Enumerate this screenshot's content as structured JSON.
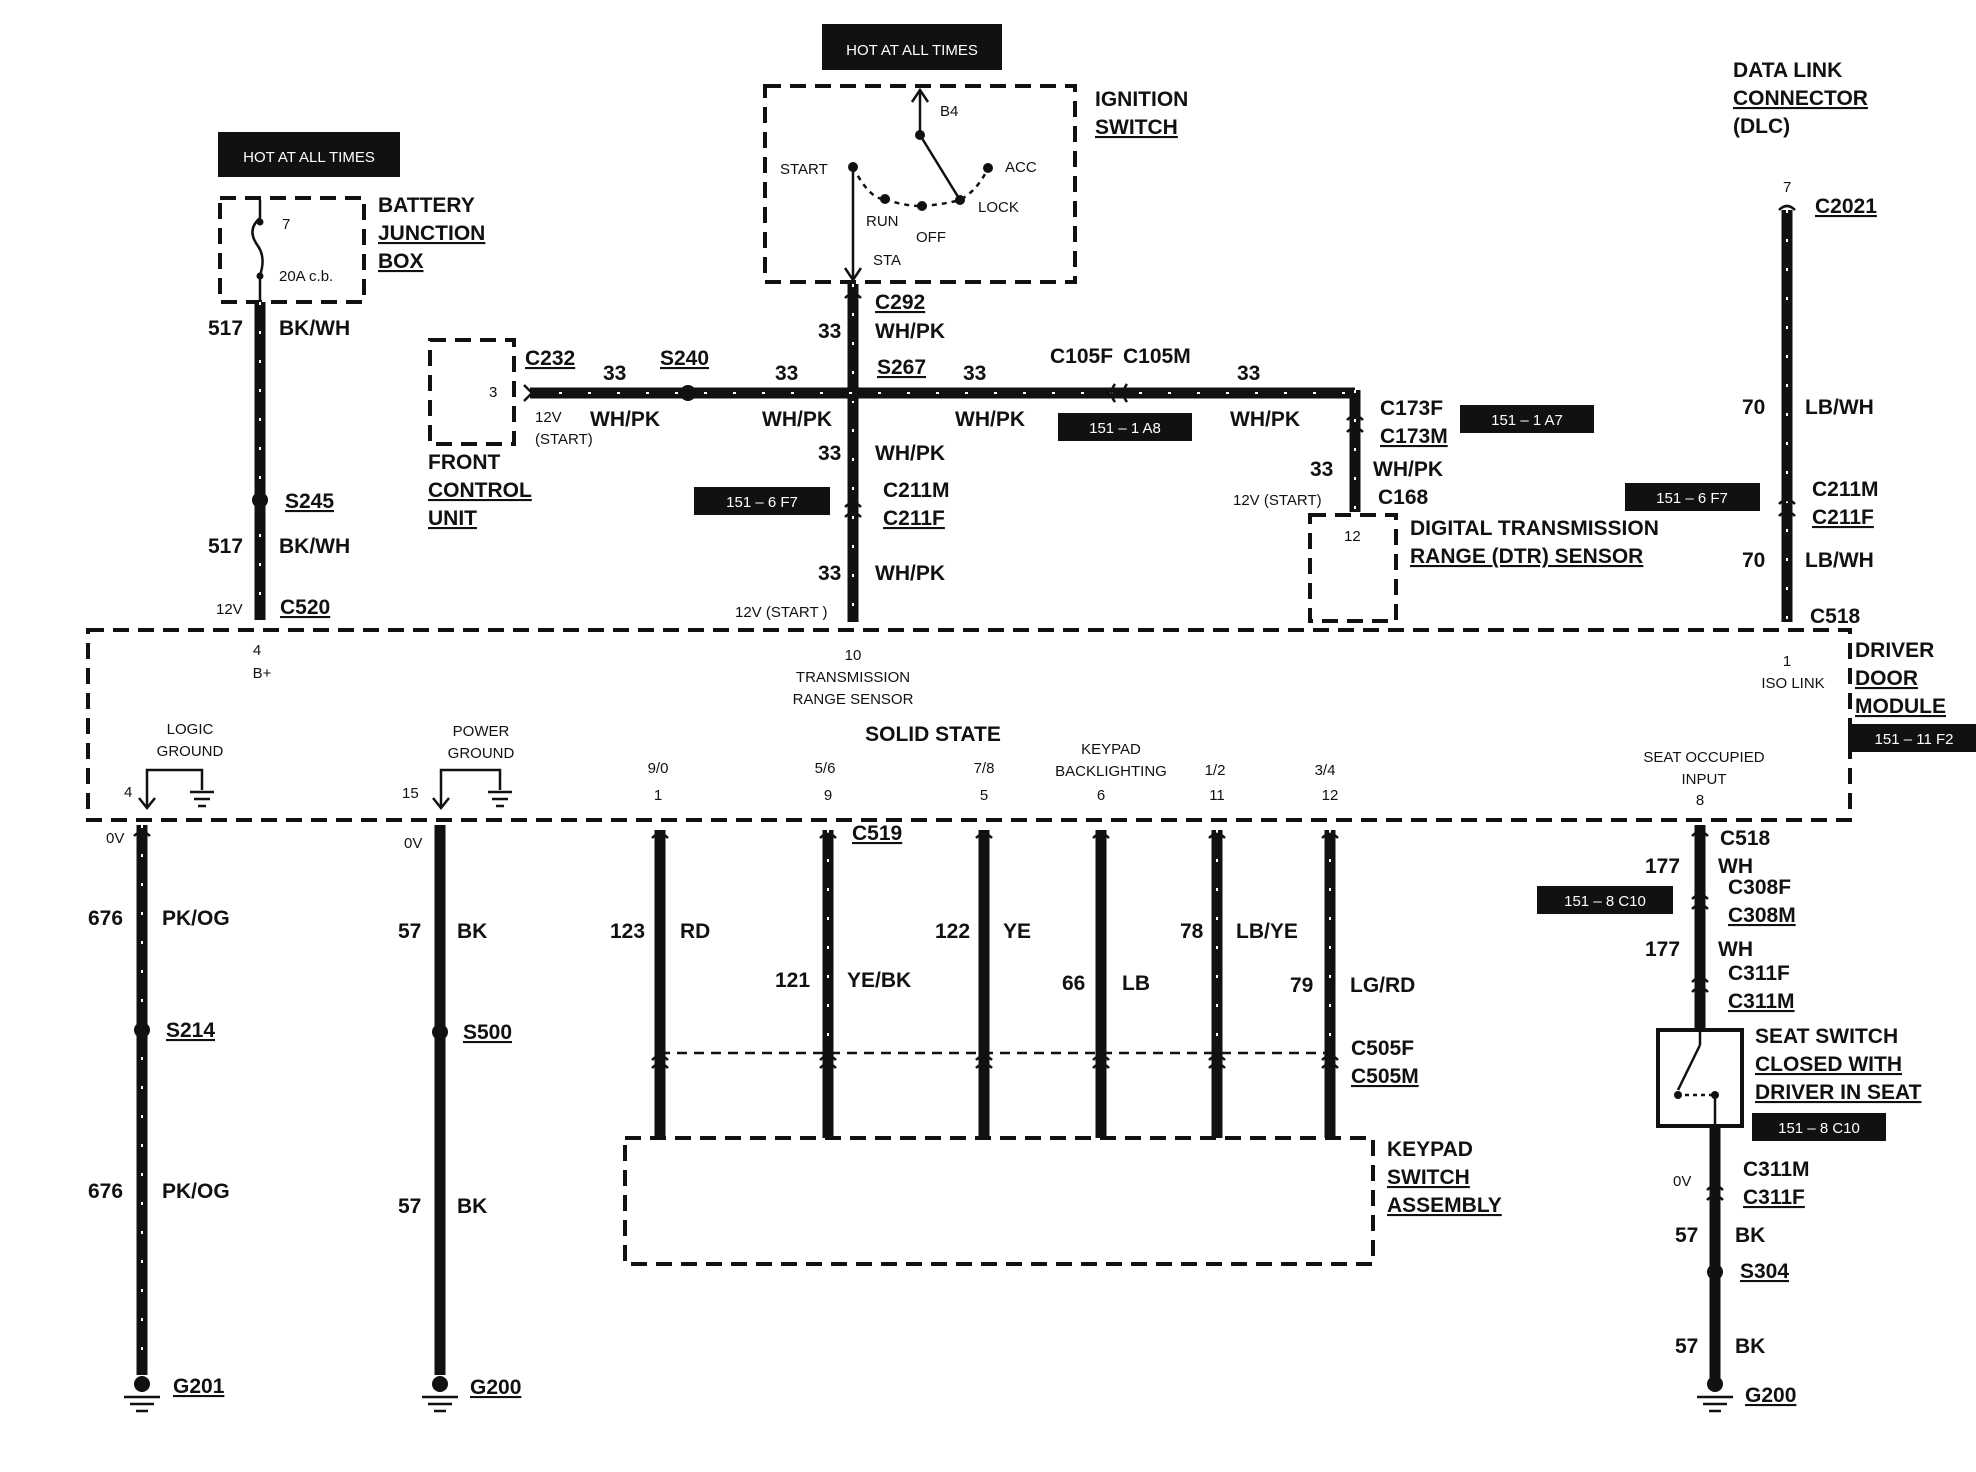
{
  "hot_labels": [
    "HOT AT ALL TIMES",
    "HOT AT ALL TIMES"
  ],
  "components": {
    "battery_junction_box": [
      "BATTERY",
      "JUNCTION",
      "BOX"
    ],
    "ignition_switch": [
      "IGNITION",
      "SWITCH"
    ],
    "dlc": [
      "DATA LINK",
      "CONNECTOR",
      "(DLC)"
    ],
    "front_control_unit": [
      "FRONT",
      "CONTROL",
      "UNIT"
    ],
    "dtr_sensor": [
      "DIGITAL  TRANSMISSION",
      "RANGE  (DTR)  SENSOR"
    ],
    "driver_door_module": [
      "DRIVER",
      "DOOR",
      "MODULE"
    ],
    "seat_switch": [
      "SEAT SWITCH",
      "CLOSED WITH",
      "DRIVER IN SEAT"
    ],
    "keypad_switch_assembly": [
      "KEYPAD",
      "SWITCH",
      "ASSEMBLY"
    ]
  },
  "ignition_positions": {
    "b4": "B4",
    "start": "START",
    "acc": "ACC",
    "run": "RUN",
    "lock": "LOCK",
    "off": "OFF",
    "sta": "STA"
  },
  "battery_box": {
    "pin": "7",
    "breaker": "20A c.b."
  },
  "wires_top": {
    "c292": "C292",
    "wire33": "33",
    "whpk": "WH/PK",
    "c232": "C232",
    "s240": "S240",
    "s267": "S267",
    "c105f": "C105F",
    "c105m": "C105M",
    "c173f": "C173F",
    "c173m": "C173M",
    "c168": "C168",
    "c211m": "C211M",
    "c211f": "C211F",
    "c2021": "C2021",
    "w70": "70",
    "lbwh": "LB/WH",
    "c518": "C518",
    "c520": "C520",
    "w517": "517",
    "bkwh": "BK/WH",
    "s245": "S245",
    "fcu_pin": "3",
    "v12": "12V",
    "start_paren": "(START)",
    "v12_start": "12V (START)",
    "v12_start2": "12V (START )",
    "dtr_pin": "12",
    "dlc_pin": "7",
    "v12b": "12V"
  },
  "refs": {
    "r151_1a8": "151 – 1  A8",
    "r151_1a7": "151 – 1  A7",
    "r151_6f7a": "151 – 6  F7",
    "r151_6f7b": "151 – 6  F7",
    "r151_11f2": "151 – 11  F2",
    "r151_8c10a": "151 – 8  C10",
    "r151_8c10b": "151 – 8  C10"
  },
  "module": {
    "pin4": "4",
    "bplus": "B+",
    "pin10": "10",
    "trs": [
      "TRANSMISSION",
      "RANGE SENSOR"
    ],
    "pin1": "1",
    "iso": "ISO  LINK",
    "solid_state": "SOLID STATE",
    "logic_ground": [
      "LOGIC",
      "GROUND"
    ],
    "power_ground": [
      "POWER",
      "GROUND"
    ],
    "keypad_backlighting": [
      "KEYPAD",
      "BACKLIGHTING"
    ],
    "seat_occupied": [
      "SEAT  OCCUPIED",
      "INPUT"
    ],
    "pins_bottom": [
      "4",
      "15",
      "1",
      "9",
      "5",
      "6",
      "11",
      "12",
      "8"
    ],
    "digit_labels": [
      "9/0",
      "5/6",
      "7/8",
      "1/2",
      "3/4"
    ]
  },
  "bottom": {
    "ov": "0V",
    "w676": "676",
    "pkog": "PK/OG",
    "s214": "S214",
    "g201": "G201",
    "w57": "57",
    "bk": "BK",
    "s500": "S500",
    "g200": "G200",
    "w123": "123",
    "rd": "RD",
    "w121": "121",
    "yebk": "YE/BK",
    "c519": "C519",
    "w122": "122",
    "ye": "YE",
    "w66": "66",
    "lb": "LB",
    "w78": "78",
    "lbye": "LB/YE",
    "w79": "79",
    "lgrd": "LG/RD",
    "c505f": "C505F",
    "c505m": "C505M",
    "c518": "C518",
    "w177": "177",
    "wh": "WH",
    "c308f": "C308F",
    "c308m": "C308M",
    "c311f": "C311F",
    "c311m": "C311M",
    "s304": "S304"
  }
}
